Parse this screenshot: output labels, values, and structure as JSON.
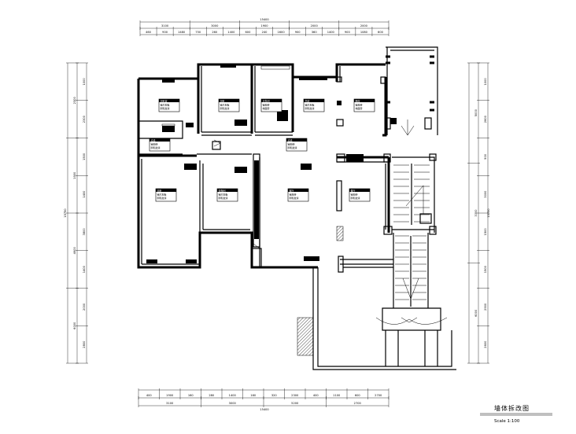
{
  "drawing": {
    "title": "墙体拆改图",
    "scale": "Scale 1:100"
  },
  "dimensions": {
    "top_overall": "15400",
    "top_row1": [
      "3100",
      "3000",
      "1900",
      "2000",
      "2000"
    ],
    "top_row2": [
      "460",
      "900",
      "1480",
      "750",
      "260",
      "1400",
      "600",
      "240",
      "1600",
      "900",
      "360",
      "1400",
      "900",
      "1080",
      "600"
    ],
    "bottom_overall": "15400",
    "bottom_row1": [
      "400",
      "1900",
      "160",
      "280",
      "1400",
      "160",
      "320",
      "2300",
      "400",
      "1100",
      "600",
      "2700"
    ],
    "bottom_row2": [
      "3100",
      "3000",
      "5200",
      "2700"
    ],
    "left_overall": "15750",
    "left_outer": [
      "2300",
      "1900",
      "4900",
      "6000"
    ],
    "left_inner": [
      "1000",
      "2300",
      "1500",
      "1400",
      "3800",
      "1400",
      "2000",
      "2800"
    ],
    "right_overall": "15750",
    "right_outer": [
      "5000",
      "3300",
      "6000"
    ],
    "right_inner": [
      "1000",
      "2600",
      "900",
      "3000",
      "1500",
      "1500",
      "2900",
      "2600"
    ]
  },
  "room_tags": [
    {
      "id": "r1",
      "name": "次卧室",
      "l1": "铺木地板",
      "l2": "刷乳胶漆"
    },
    {
      "id": "r2",
      "name": "次卧",
      "l1": "铺木地板",
      "l2": "刷乳胶漆"
    },
    {
      "id": "r3",
      "name": "卫生间",
      "l1": "铺地砖",
      "l2": "墙面砖"
    },
    {
      "id": "r4",
      "name": "书房",
      "l1": "铺木地板",
      "l2": "刷乳胶漆"
    },
    {
      "id": "r5",
      "name": "厨房",
      "l1": "铺地砖",
      "l2": "墙面砖"
    },
    {
      "id": "r6",
      "name": "过道",
      "l1": "铺地砖",
      "l2": "刷乳胶漆"
    },
    {
      "id": "r7",
      "name": "过道",
      "l1": "铺地砖",
      "l2": "刷乳胶漆"
    },
    {
      "id": "r8",
      "name": "主卧",
      "l1": "铺木地板",
      "l2": "刷乳胶漆"
    },
    {
      "id": "r9",
      "name": "衣帽间",
      "l1": "铺木地板",
      "l2": "刷乳胶漆"
    },
    {
      "id": "r10",
      "name": "客厅",
      "l1": "铺地砖",
      "l2": "刷乳胶漆"
    },
    {
      "id": "r11",
      "name": "餐厅",
      "l1": "铺地砖",
      "l2": "刷乳胶漆"
    }
  ],
  "colors": {
    "line": "#000000",
    "background": "#ffffff"
  }
}
